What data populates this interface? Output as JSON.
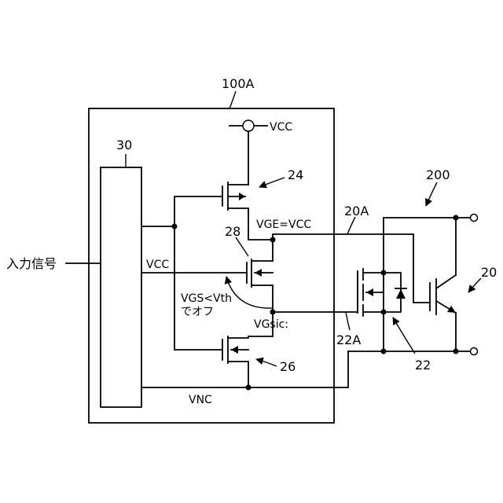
{
  "labels": {
    "block_100a": "100A",
    "block_30": "30",
    "vcc_supply": "VCC",
    "tr_24": "24",
    "tr_28": "28",
    "tr_26": "26",
    "vge_vcc": "VGE=VCC",
    "vcc_line": "VCC",
    "vgs_vth": "VGS<Vth",
    "de_ofu": "でオフ",
    "vgsic": "VGsic:",
    "vnc": "VNC",
    "input_signal": "入力信号",
    "label_20a": "20A",
    "label_22a": "22A",
    "label_22": "22",
    "label_200": "200",
    "label_20": "20"
  }
}
